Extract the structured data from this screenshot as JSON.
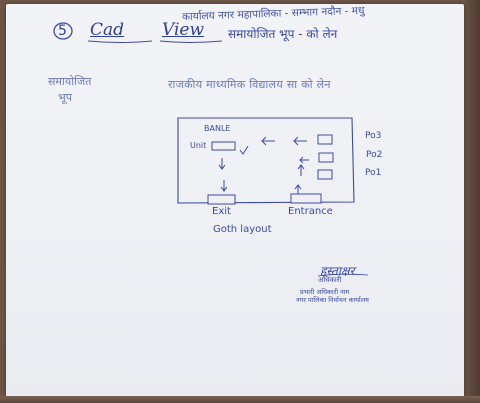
{
  "header_line": "कार्यालय नगर महापालिका - सम्भाग नदौन - मधु",
  "section_number": "5",
  "title": {
    "part1": "Cad",
    "part2": "View",
    "part3": "समायोजित भूप - को लेन"
  },
  "left_note": {
    "line1": "समायोजित",
    "line2": "भूप"
  },
  "description_line": "राजकीय माध्यमिक विद्यालय सा को लेन",
  "diagram": {
    "bank_label": "BANLE",
    "unit_label": "Unit",
    "po_labels": [
      "Po3",
      "Po2",
      "Po1"
    ],
    "exit_label": "Exit",
    "entrance_label": "Entrance",
    "caption": "Goth layout"
  },
  "signature": {
    "name": "हस्ताक्षर",
    "role": "अधिकारी",
    "designation": "प्रभारी अधिकारी नाम",
    "office": "नगर पालिका निर्वाचन कार्यालय"
  },
  "colors": {
    "ink": "#3a4aa8",
    "paper": "#eef0f4",
    "background": "#6b5446"
  }
}
